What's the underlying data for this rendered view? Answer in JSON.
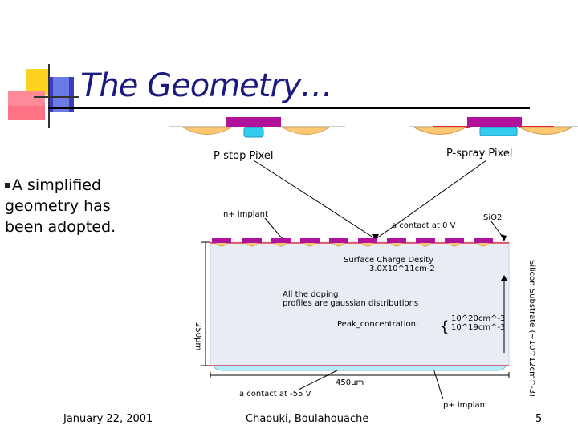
{
  "slide": {
    "title": "The Geometry…",
    "bullet_text": "A simplified geometry has been adopted.",
    "footer_date": "January 22, 2001",
    "footer_author": "Chaouki, Boulahouache",
    "footer_page": "5"
  },
  "diagram": {
    "pstop_label": "P-stop Pixel",
    "pspray_label": "P-spray Pixel",
    "n_implant": "n+ implant",
    "contact_0v": "a contact at 0 V",
    "sio2": "SiO2",
    "surface_charge_line1": "Surface Charge Desity",
    "surface_charge_line2": "3.0X10^11cm-2",
    "doping_line1": "All the doping",
    "doping_line2": "profiles are gaussian distributions",
    "peak_concentration": "Peak_concentration:",
    "peak_value1": "10^20cm^-3",
    "peak_value2": "10^19cm^-3",
    "thickness": "250μm",
    "substrate": "Silicon Substrate (~10^12cm^-3)",
    "width": "450μm",
    "contact_55v": "a contact at -55 V",
    "p_implant": "p+ implant"
  },
  "colors": {
    "title": "#1a1a80",
    "purple_contact": "#b0129c",
    "cyan_implant": "#33ccee",
    "orange_pstop": "#ffc873",
    "bulk": "#e8ecf4",
    "backside": "#b8ecf6",
    "red_accent": "#e0283c"
  }
}
